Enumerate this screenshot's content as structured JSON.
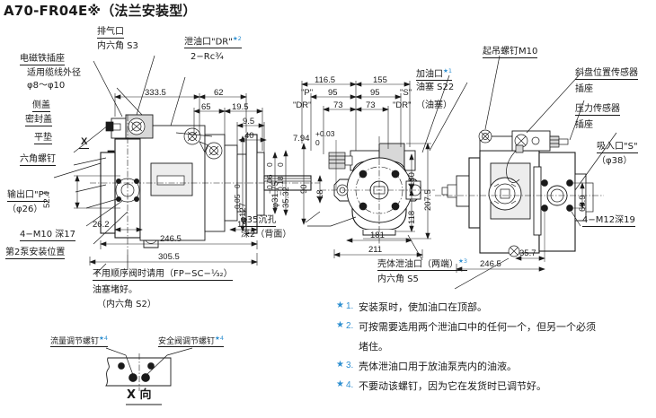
{
  "title": "A70-FR04E※（法兰安装型）",
  "labels": {
    "solenoid_socket": "电磁铁插座",
    "cable_dia_line1": "适用缆线外径",
    "cable_dia_line2": "φ8～φ10",
    "side_cover": "侧盖",
    "seal_cover": "密封盖",
    "flat_washer": "平垫",
    "hex_screw": "六角螺钉",
    "outlet_p": "输出口\"P\"",
    "outlet_p_dia": "（φ26）",
    "m10_depth": "4−M10 深17",
    "pump2_pos": "第2泵安装位置",
    "exhaust_port": "排气口",
    "hex_s3": "内六角 S3",
    "drain_dr": "泄油口\"DR\"",
    "drain_dr_sup": "★2",
    "rc_thread": "2−Rc¾",
    "fill_port": "加油口",
    "fill_port_sup": "★1",
    "plug_s22": "油塞 S22",
    "lift_screw": "起吊螺钉M10",
    "swash_sensor_l1": "斜盘位置传感器",
    "swash_sensor_l2": "插座",
    "press_sensor_l1": "压力传感器",
    "press_sensor_l2": "插座",
    "suction_s": "吸入口\"S\"",
    "suction_s_dia": "（φ38）",
    "m12_depth": "4−M12深19",
    "counterbore_l1": "φ35沉孔",
    "counterbore_l2": "深2（背面）",
    "case_drain_l1": "壳体泄油口（两端）",
    "case_drain_sup": "★3",
    "case_drain_l2": "内六角 S5",
    "seq_valve_l1": "不用顺序阀时请用（FP−SC−¹⁄₃₂）",
    "seq_valve_l2": "油塞堵好。",
    "seq_valve_l3": "（内六角 S2）",
    "flow_adj_screw": "流量调节螺钉",
    "flow_adj_sup": "★4",
    "relief_adj_screw": "安全阀调节螺钉",
    "relief_adj_sup": "★4",
    "x_view": "X 向",
    "x_mark": "X",
    "port_p": "\"P\"",
    "port_s": "\"S\"",
    "port_dr_left": "\"DR\"",
    "port_dr_right": "\"DR\"",
    "plug_paren": "（油塞）"
  },
  "dimensions": {
    "d333_5": "333.5",
    "d62": "62",
    "d65": "65",
    "d19_5": "19.5",
    "d9_5": "9.5",
    "d40": "40",
    "d52_4": "52.4",
    "d26_2": "26.2",
    "d246_5": "246.5",
    "d305_5": "305.5",
    "d18_left": "18",
    "d90": "90",
    "dia31_75": "φ31.75",
    "tol31_75_up": "0",
    "tol31_75_lo": "−0.06",
    "d35_32": "35.32",
    "tol35_32_up": "0",
    "tol35_32_lo": "−0.18",
    "dia127": "φ127",
    "tol127_up": "0",
    "tol127_lo": "−0.05",
    "d116_5": "116.5",
    "d155": "155",
    "d95a": "95",
    "d95b": "95",
    "d73a": "73",
    "d73b": "73",
    "d7_94": "7.94",
    "tol7_94_up": "+0.03",
    "tol7_94_lo": "0",
    "d18_mid": "18",
    "d207_5": "207.5",
    "d180": "180",
    "d118": "118",
    "d181": "181",
    "d211": "211",
    "d69_9": "69.9",
    "d35_7": "35.7",
    "d246_5r": "246.5"
  },
  "notes": [
    {
      "num": "1.",
      "text": "安装泵时，使加油口在顶部。"
    },
    {
      "num": "2.",
      "text": "可按需要选用两个泄油口中的任何一个，但另一个必须"
    },
    {
      "num": "",
      "text": "堵住。"
    },
    {
      "num": "3.",
      "text": "壳体泄油口用于放油泵壳内的油液。"
    },
    {
      "num": "4.",
      "text": "不要动该螺钉，因为它在发货时已调节好。"
    }
  ],
  "colors": {
    "accent_blue": "#2e8fd0",
    "line": "#1a1a1a",
    "fill_light": "#ededed",
    "background": "#ffffff"
  }
}
